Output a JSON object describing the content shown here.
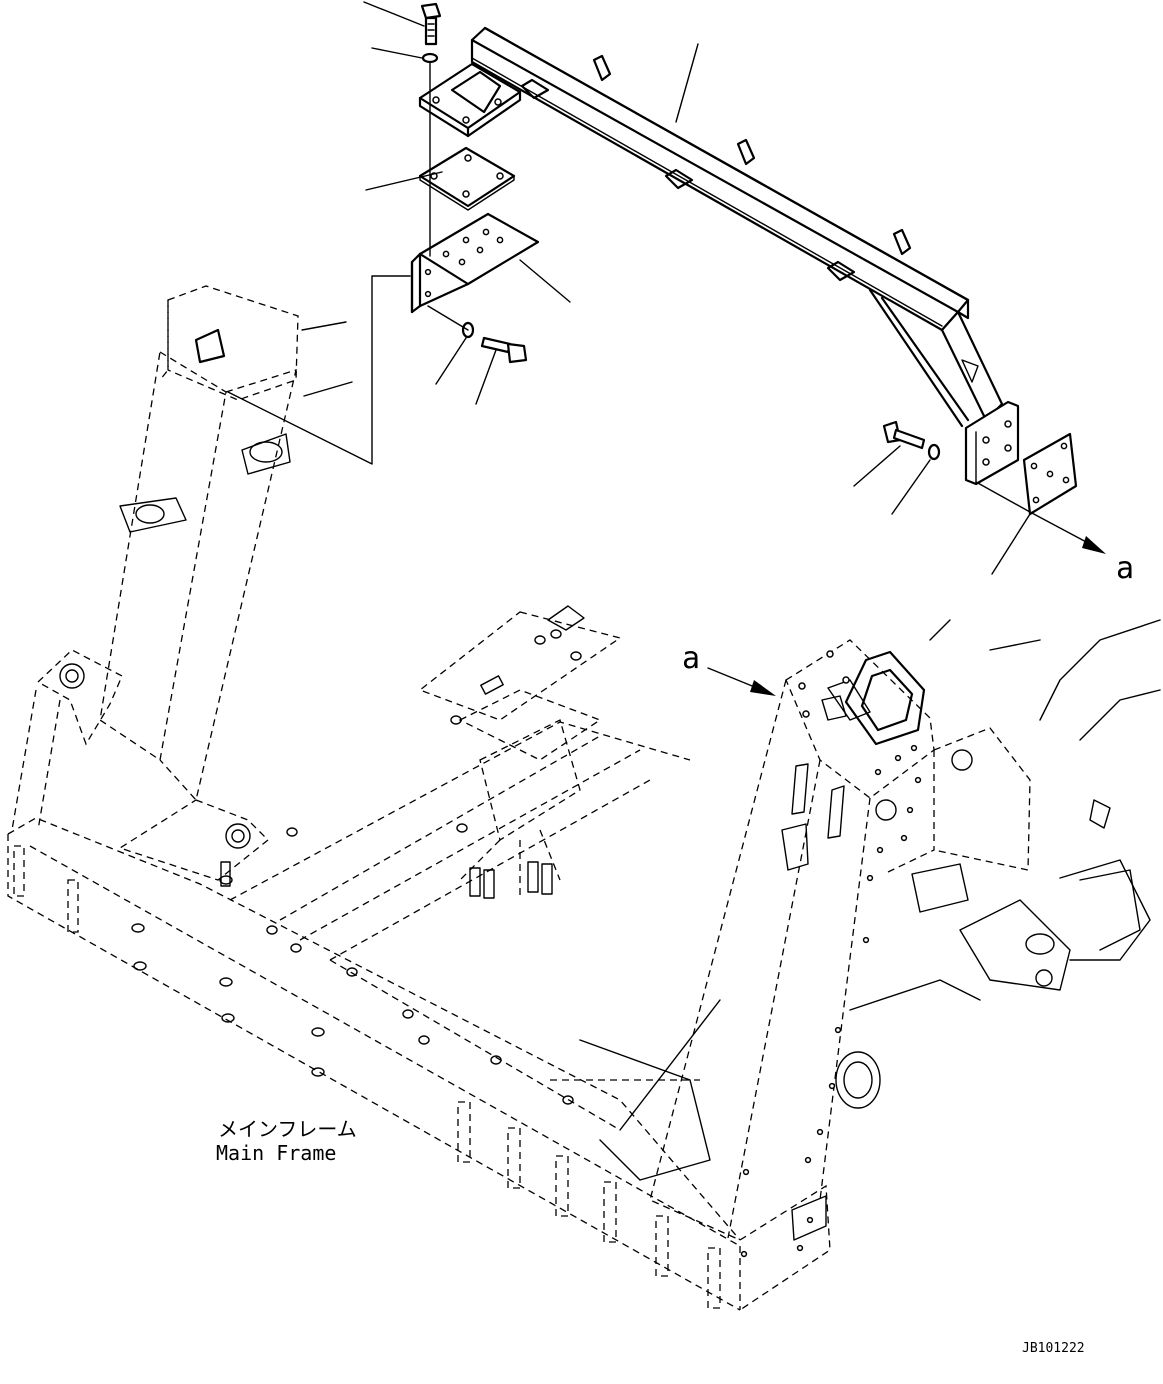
{
  "labels": {
    "main_frame_jp": "メインフレーム",
    "main_frame_en": "Main Frame",
    "view_marker_out": "a",
    "view_marker_in": "a",
    "drawing_number": "JB101222"
  },
  "colors": {
    "line": "#000000",
    "background": "#ffffff"
  }
}
